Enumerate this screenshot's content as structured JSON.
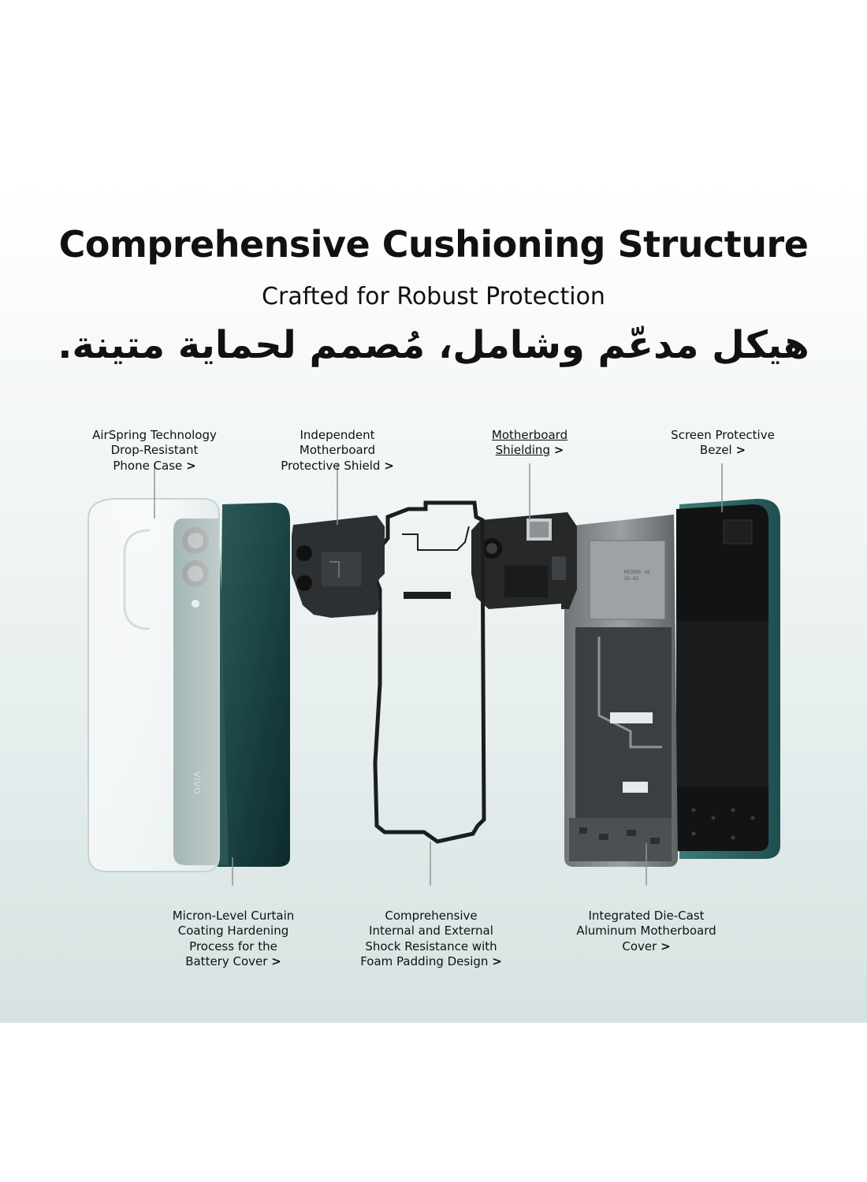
{
  "header": {
    "title": "Comprehensive Cushioning Structure",
    "subtitle": "Crafted for Robust Protection",
    "arabic_title": "هيكل مدعّم وشامل، مُصمم لحماية متينة."
  },
  "labels": {
    "case": "AirSpring Technology\nDrop-Resistant\nPhone Case",
    "shield": "Independent\nMotherboard\nProtective Shield",
    "mb_shielding": "Motherboard\nShielding",
    "bezel": "Screen Protective\nBezel",
    "cover": "Micron-Level Curtain\nCoating Hardening\nProcess for the\nBattery Cover",
    "foam": "Comprehensive\nInternal and External\nShock Resistance with\nFoam Padding Design",
    "diecast": "Integrated Die-Cast\nAluminum Motherboard\nCover",
    "arrow": ">"
  },
  "device": {
    "brand_mark": "vivo",
    "board_text_1": "MICRO5 V0",
    "board_text_2": "XX-A1"
  },
  "colors": {
    "cover_green": "#1c4747",
    "phone_teal": "#2f6a68",
    "metal_dark": "#2a2d2f",
    "frame_gray": "#8c9092"
  }
}
